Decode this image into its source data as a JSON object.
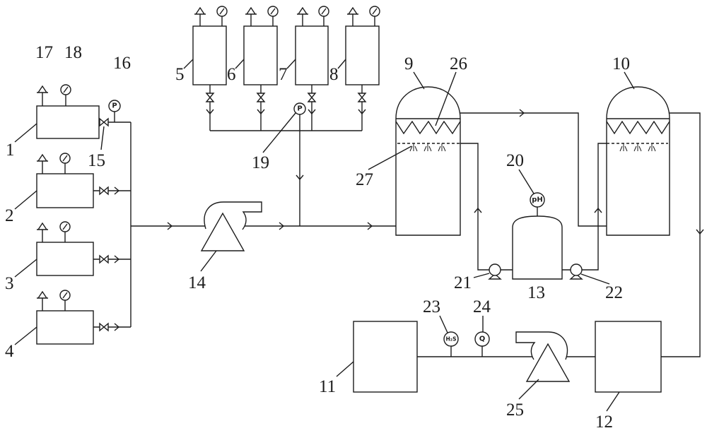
{
  "labels": {
    "1": "1",
    "2": "2",
    "3": "3",
    "4": "4",
    "5": "5",
    "6": "6",
    "7": "7",
    "8": "8",
    "9": "9",
    "10": "10",
    "11": "11",
    "12": "12",
    "13": "13",
    "14": "14",
    "15": "15",
    "16": "16",
    "17": "17",
    "18": "18",
    "19": "19",
    "20": "20",
    "21": "21",
    "22": "22",
    "23": "23",
    "24": "24",
    "25": "25",
    "26": "26",
    "27": "27"
  },
  "instruments": {
    "pressure_16": "P",
    "pressure_19": "P",
    "ph_20": "pH",
    "h2s_23": "H₂S",
    "flow_24": "Q"
  }
}
